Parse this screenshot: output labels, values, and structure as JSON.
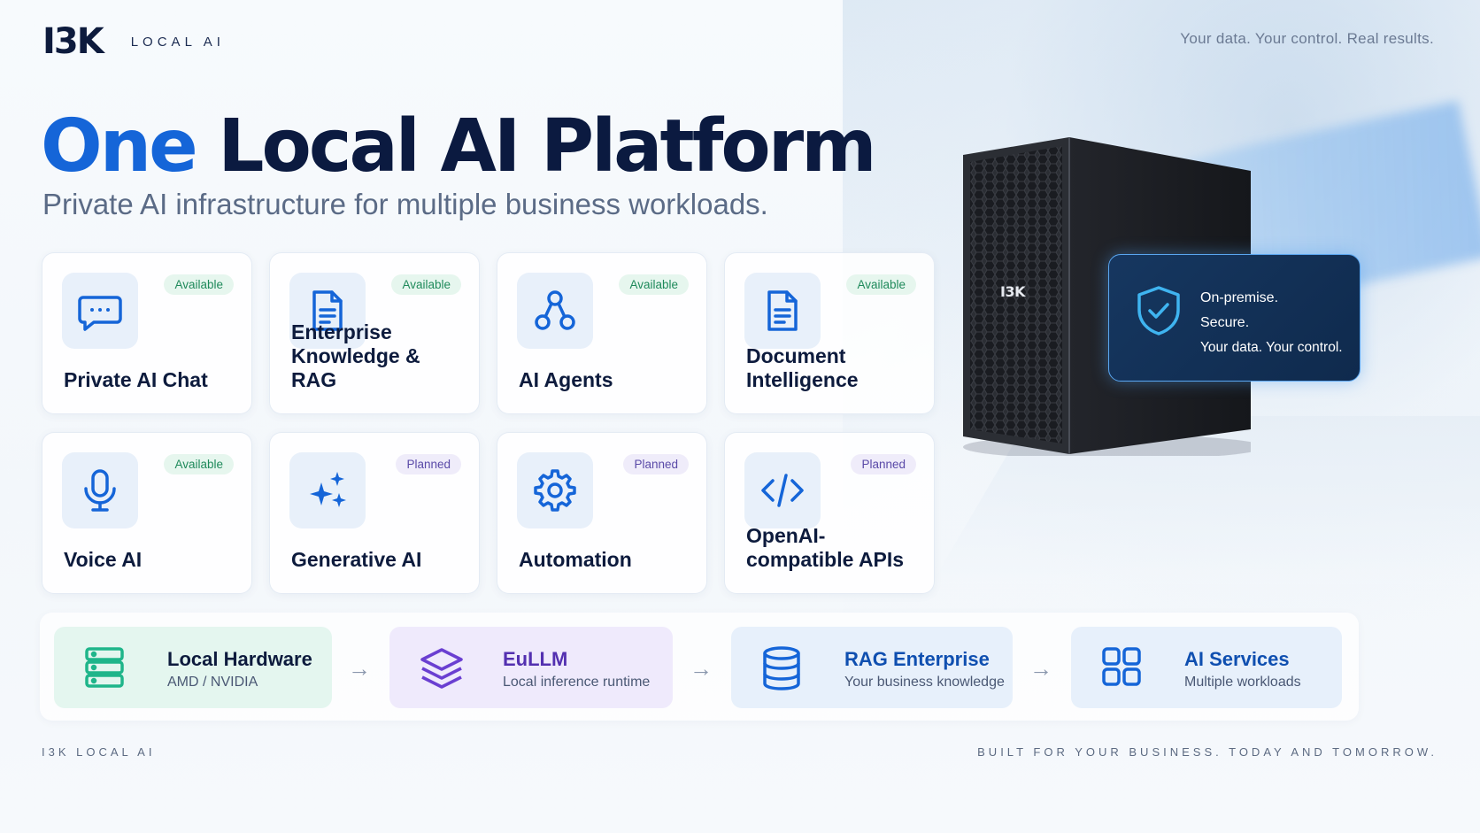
{
  "header": {
    "logo": "I3K",
    "logo_sub": "LOCAL AI",
    "tagline": "Your data. Your control. Real results."
  },
  "hero": {
    "title_accent": "One",
    "title_rest": "Local AI Platform",
    "subtitle": "Private AI infrastructure for multiple business workloads."
  },
  "cards": [
    {
      "title": "Private AI Chat",
      "status": "Available",
      "icon": "chat-icon"
    },
    {
      "title": "Enterprise Knowledge & RAG",
      "status": "Available",
      "icon": "document-icon"
    },
    {
      "title": "AI Agents",
      "status": "Available",
      "icon": "agents-nodes-icon"
    },
    {
      "title": "Document Intelligence",
      "status": "Available",
      "icon": "document-icon"
    },
    {
      "title": "Voice AI",
      "status": "Available",
      "icon": "microphone-icon"
    },
    {
      "title": "Generative AI",
      "status": "Planned",
      "icon": "sparkles-icon"
    },
    {
      "title": "Automation",
      "status": "Planned",
      "icon": "gear-icon"
    },
    {
      "title": "OpenAI-compatible APIs",
      "status": "Planned",
      "icon": "code-icon"
    }
  ],
  "server": {
    "brand": "I3K"
  },
  "secure": {
    "line1": "On-premise.",
    "line2": "Secure.",
    "line3": "Your data. Your control."
  },
  "pipeline": [
    {
      "title": "Local Hardware",
      "subtitle": "AMD / NVIDIA",
      "icon": "server-stack-icon",
      "color": "#1fb58a"
    },
    {
      "title": "EuLLM",
      "subtitle": "Local inference runtime",
      "icon": "layers-icon",
      "color": "#6a3fd1"
    },
    {
      "title": "RAG Enterprise",
      "subtitle": "Your business knowledge",
      "icon": "database-icon",
      "color": "#1565d8"
    },
    {
      "title": "AI Services",
      "subtitle": "Multiple workloads",
      "icon": "grid-icon",
      "color": "#1565d8"
    }
  ],
  "footer": {
    "left": "I3K LOCAL AI",
    "right": "BUILT FOR YOUR BUSINESS. TODAY AND TOMORROW."
  },
  "colors": {
    "accent": "#1565d8",
    "navy": "#0b1a40",
    "available_bg": "#e6f6ee",
    "available_text": "#1f8a5b",
    "planned_bg": "#efecfa",
    "planned_text": "#5a4aa8"
  }
}
